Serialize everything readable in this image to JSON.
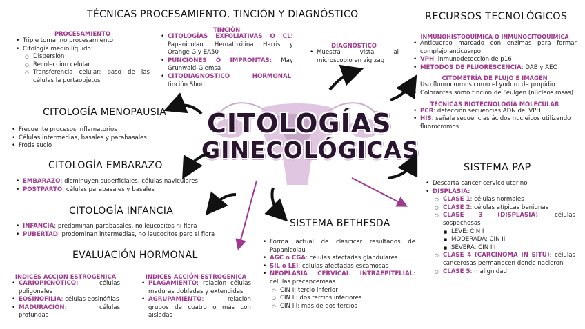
{
  "titles": {
    "tecnicas": "TÉCNICAS PROCESAMIENTO, TINCIÓN Y DIAGNÓSTICO",
    "recursos": "RECURSOS TECNOLÓGICOS",
    "menopausia": "CITOLOGÍA MENOPAUSIA",
    "embarazo": "CITOLOGÍA EMBARAZO",
    "infancia": "CITOLOGÍA INFANCIA",
    "hormonal": "EVALUACIÓN HORMONAL",
    "bethesda": "SISTEMA BETHESDA",
    "pap": "SISTEMA PAP",
    "center_line1": "CITOLOGÍAS",
    "center_line2": "GINECOLÓGICAS"
  },
  "procesamiento": {
    "heading": "PROCESAMIENTO",
    "items": [
      "Triple toma: no procesamiento",
      "Citología medio líquido:"
    ],
    "subitems": [
      "Dispersión",
      "Recolección celular",
      "Transferencia celular: paso de las células la portaobjetos"
    ]
  },
  "tincion": {
    "heading": "TINCIÓN",
    "items": [
      {
        "key": "CITOLOGÍAS EXFOLIATIVAS O CL:",
        "text": " Papanicolau. Hematoxilina Harris y Orange G y EA50"
      },
      {
        "key": "PUNCIONES O IMPRONTAS:",
        "text": " May Grunwald-Giemsa"
      },
      {
        "key": "CITODIAGNOSTICO HORMONAL",
        "text": ": tinción Short"
      }
    ]
  },
  "diagnostico": {
    "heading": "DIAGNÓSTICO",
    "items": [
      "Muestra vista al microscopio en zig zag"
    ]
  },
  "inmuno": {
    "heading": "INMUNOHISTOQUÍMICA O INMUNOCITOQUIMICA",
    "items": [
      {
        "key": "",
        "text": "Anticuerpo marcado con enzimas para formar complejo anticuerpo"
      },
      {
        "key": "VPH",
        "text": ": inmunodetección de p16"
      },
      {
        "key": "MÉTODOS DE FLUORESCENCIA",
        "text": ": DAB y AEC"
      }
    ]
  },
  "citometria": {
    "heading": "CITOMETRÍA DE FLUJO E IMAGEN",
    "items": [
      "Uso fluorocromos como el yoduro de propidio",
      "Colorantes somo tinción de Feulgen (núcleos rosas)"
    ]
  },
  "molecular": {
    "heading": "TÉCNICAS BIOTECNOLOGÍA MOLECULAR",
    "items": [
      {
        "key": "PCR",
        "text": ": detección secuencias ADN del VPH"
      },
      {
        "key": "HIS",
        "text": ": señala secuencias ácidos nucleicos utilizando fluorocromos"
      }
    ]
  },
  "menopausia": {
    "items": [
      "Frecuente procesos inflamatorios",
      "Células intermedias, basales y parabasales",
      "Frotis sucio"
    ]
  },
  "embarazo": {
    "items": [
      {
        "key": "EMBARAZO",
        "text": ": disminuyen superficiales, células naviculares"
      },
      {
        "key": "POSTPARTO",
        "text": ": células parabasales y basales"
      }
    ]
  },
  "infancia": {
    "items": [
      {
        "key": "INFANCIA",
        "text": ": predominan parabasales, no leucocitos ni flora"
      },
      {
        "key": "PUBERTAD",
        "text": ": prodominan intermedias, no leucocitos  pero si flora"
      }
    ]
  },
  "hormonal_left": {
    "heading": "INDICES ACCIÓN ESTROGENICA",
    "items": [
      {
        "key": "CARIOPICNÓTICO:",
        "text": " células poligonales"
      },
      {
        "key": "EOSINOFILIA",
        "text": ": células eosinófilas"
      },
      {
        "key": "MADURACIÓN:",
        "text": " células profundas"
      }
    ]
  },
  "hormonal_right": {
    "heading": "INDICES ACCIÓN ESTROGENICA",
    "items": [
      {
        "key": "PLAGAMIENTO",
        "text": ": relación células maduras dobladas y extendidas"
      },
      {
        "key": "AGRUPAMIENTO",
        "text": ": relación grupos de cuatro o más con aisladas"
      }
    ]
  },
  "bethesda": {
    "items": [
      {
        "key": "",
        "text": "Forma actual de clasificar resultados de Papanicolau"
      },
      {
        "key": "AGC o CGA",
        "text": ": células afectadas glandulares"
      },
      {
        "key": "SIL o LEI",
        "text": ": células afectadas escamosas"
      },
      {
        "key": "NEOPLASIA CERVICAL INTRAEPITELIAL",
        "text": ": células precancerosas"
      }
    ],
    "subitems": [
      "CIN I: tercio inferior",
      "CIN II: dos tercios inferiores",
      "CIN III: mas de dos tercios"
    ]
  },
  "pap": {
    "items": [
      "Descarta cancer cervico uterino",
      "DISPLASIA:"
    ],
    "clases": [
      {
        "key": "CLASE 1",
        "text": ": células normales"
      },
      {
        "key": "CLASE 2",
        "text": ": células atípicas benignas"
      },
      {
        "key": "CLASE 3 (DISPLASIA)",
        "text": ": células sospechosas"
      }
    ],
    "levels": [
      "LEVE: CIN I",
      "MODERADA: CIN II",
      "SEVERA: CIN III"
    ],
    "clases_after": [
      {
        "key": "CLASE 4 (CARCINOMA IN SITU)",
        "text": ": células cancerosas permanecen donde nacieron"
      },
      {
        "key": "CLASE 5",
        "text": ": malignidad"
      }
    ]
  },
  "colors": {
    "accent": "#a0398e",
    "uterus": "#d9b8d9",
    "uterus_dark": "#b08ab4",
    "arrow": "#111111",
    "arrow_pink": "#a0398e"
  }
}
